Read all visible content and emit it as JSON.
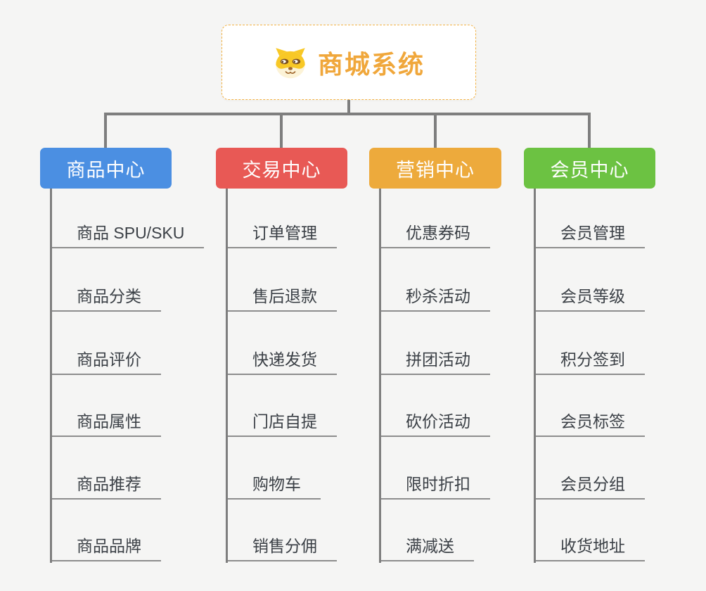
{
  "root": {
    "title": "商城系统",
    "icon": "shiba-dog-icon",
    "accent_color": "#f0a73b",
    "border_color": "#f3b244"
  },
  "theme": {
    "background": "#f5f5f4",
    "connector_color": "#7e7e7e",
    "underline_color": "#8d8d8d",
    "leaf_text_color": "#3b4046"
  },
  "branches": [
    {
      "label": "商品中心",
      "color": "#4b8fe2",
      "items": [
        "商品 SPU/SKU",
        "商品分类",
        "商品评价",
        "商品属性",
        "商品推荐",
        "商品品牌"
      ]
    },
    {
      "label": "交易中心",
      "color": "#e85955",
      "items": [
        "订单管理",
        "售后退款",
        "快递发货",
        "门店自提",
        "购物车",
        "销售分佣"
      ]
    },
    {
      "label": "营销中心",
      "color": "#edaa3c",
      "items": [
        "优惠券码",
        "秒杀活动",
        "拼团活动",
        "砍价活动",
        "限时折扣",
        "满减送"
      ]
    },
    {
      "label": "会员中心",
      "color": "#6cc242",
      "items": [
        "会员管理",
        "会员等级",
        "积分签到",
        "会员标签",
        "会员分组",
        "收货地址"
      ]
    }
  ]
}
